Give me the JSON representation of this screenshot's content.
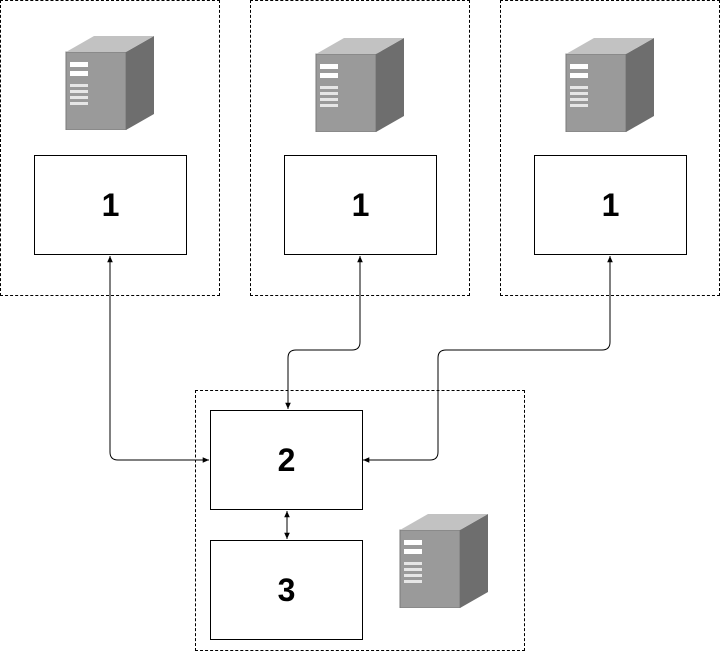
{
  "diagram": {
    "nodes": [
      {
        "id": "node-1a",
        "label": "1"
      },
      {
        "id": "node-1b",
        "label": "1"
      },
      {
        "id": "node-1c",
        "label": "1"
      },
      {
        "id": "node-2",
        "label": "2"
      },
      {
        "id": "node-3",
        "label": "3"
      }
    ],
    "edges": [
      {
        "from": "node-1a",
        "to": "node-2",
        "bidirectional": true
      },
      {
        "from": "node-1b",
        "to": "node-2",
        "bidirectional": true
      },
      {
        "from": "node-1c",
        "to": "node-2",
        "bidirectional": true
      },
      {
        "from": "node-2",
        "to": "node-3",
        "bidirectional": true
      }
    ],
    "icons": [
      "server-icon",
      "server-icon",
      "server-icon",
      "server-icon"
    ],
    "colors": {
      "server_front": "#9a9a9a",
      "server_side": "#6e6e6e",
      "server_top": "#c2c2c2",
      "line": "#000000"
    }
  }
}
